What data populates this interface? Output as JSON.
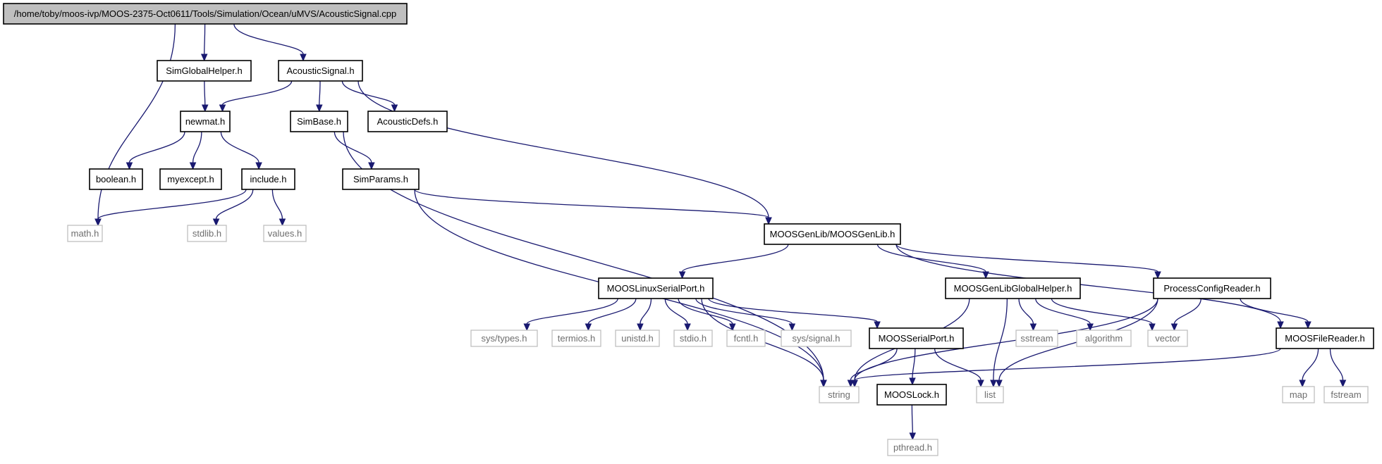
{
  "colors": {
    "edge": "#191970",
    "node_border_dark": "#000000",
    "node_border_light": "#bfbfbf",
    "root_fill": "#bfbfbf",
    "light_text": "#6e6e6e"
  },
  "nodes": [
    {
      "id": "root",
      "label": "/home/toby/moos-ivp/MOOS-2375-Oct0611/Tools/Simulation/Ocean/uMVS/AcousticSignal.cpp",
      "style": "root"
    },
    {
      "id": "math",
      "label": "math.h",
      "style": "light"
    },
    {
      "id": "simglobalhelper",
      "label": "SimGlobalHelper.h",
      "style": "dark"
    },
    {
      "id": "acousticsignal",
      "label": "AcousticSignal.h",
      "style": "dark"
    },
    {
      "id": "newmat",
      "label": "newmat.h",
      "style": "dark"
    },
    {
      "id": "boolean",
      "label": "boolean.h",
      "style": "dark"
    },
    {
      "id": "myexcept",
      "label": "myexcept.h",
      "style": "dark"
    },
    {
      "id": "include",
      "label": "include.h",
      "style": "dark"
    },
    {
      "id": "stdlib",
      "label": "stdlib.h",
      "style": "light"
    },
    {
      "id": "values",
      "label": "values.h",
      "style": "light"
    },
    {
      "id": "simbase",
      "label": "SimBase.h",
      "style": "dark"
    },
    {
      "id": "acousticdefs",
      "label": "AcousticDefs.h",
      "style": "dark"
    },
    {
      "id": "simparams",
      "label": "SimParams.h",
      "style": "dark"
    },
    {
      "id": "moosgenlib",
      "label": "MOOSGenLib/MOOSGenLib.h",
      "style": "dark"
    },
    {
      "id": "mooslinuxserialport",
      "label": "MOOSLinuxSerialPort.h",
      "style": "dark"
    },
    {
      "id": "moosgenlibglobalhelper",
      "label": "MOOSGenLibGlobalHelper.h",
      "style": "dark"
    },
    {
      "id": "processconfigreader",
      "label": "ProcessConfigReader.h",
      "style": "dark"
    },
    {
      "id": "systypes",
      "label": "sys/types.h",
      "style": "light"
    },
    {
      "id": "termios",
      "label": "termios.h",
      "style": "light"
    },
    {
      "id": "unistd",
      "label": "unistd.h",
      "style": "light"
    },
    {
      "id": "stdio",
      "label": "stdio.h",
      "style": "light"
    },
    {
      "id": "fcntl",
      "label": "fcntl.h",
      "style": "light"
    },
    {
      "id": "syssignal",
      "label": "sys/signal.h",
      "style": "light"
    },
    {
      "id": "moosserialport",
      "label": "MOOSSerialPort.h",
      "style": "dark"
    },
    {
      "id": "sstream",
      "label": "sstream",
      "style": "light"
    },
    {
      "id": "algorithm",
      "label": "algorithm",
      "style": "light"
    },
    {
      "id": "vector",
      "label": "vector",
      "style": "light"
    },
    {
      "id": "moosfilereader",
      "label": "MOOSFileReader.h",
      "style": "dark"
    },
    {
      "id": "string",
      "label": "string",
      "style": "light"
    },
    {
      "id": "mooslock",
      "label": "MOOSLock.h",
      "style": "dark"
    },
    {
      "id": "list",
      "label": "list",
      "style": "light"
    },
    {
      "id": "map",
      "label": "map",
      "style": "light"
    },
    {
      "id": "fstream",
      "label": "fstream",
      "style": "light"
    },
    {
      "id": "pthread",
      "label": "pthread.h",
      "style": "light"
    }
  ],
  "edges": [
    [
      "root",
      "math"
    ],
    [
      "root",
      "simglobalhelper"
    ],
    [
      "root",
      "acousticsignal"
    ],
    [
      "simglobalhelper",
      "newmat"
    ],
    [
      "acousticsignal",
      "newmat"
    ],
    [
      "acousticsignal",
      "simbase"
    ],
    [
      "acousticsignal",
      "acousticdefs"
    ],
    [
      "acousticsignal",
      "moosgenlib"
    ],
    [
      "newmat",
      "boolean"
    ],
    [
      "newmat",
      "myexcept"
    ],
    [
      "newmat",
      "include"
    ],
    [
      "include",
      "math"
    ],
    [
      "include",
      "stdlib"
    ],
    [
      "include",
      "values"
    ],
    [
      "simbase",
      "simparams"
    ],
    [
      "simbase",
      "string"
    ],
    [
      "simparams",
      "moosgenlib"
    ],
    [
      "simparams",
      "string"
    ],
    [
      "moosgenlib",
      "mooslinuxserialport"
    ],
    [
      "moosgenlib",
      "moosgenlibglobalhelper"
    ],
    [
      "moosgenlib",
      "processconfigreader"
    ],
    [
      "moosgenlib",
      "moosfilereader"
    ],
    [
      "mooslinuxserialport",
      "systypes"
    ],
    [
      "mooslinuxserialport",
      "termios"
    ],
    [
      "mooslinuxserialport",
      "unistd"
    ],
    [
      "mooslinuxserialport",
      "stdio"
    ],
    [
      "mooslinuxserialport",
      "fcntl"
    ],
    [
      "mooslinuxserialport",
      "syssignal"
    ],
    [
      "mooslinuxserialport",
      "moosserialport"
    ],
    [
      "mooslinuxserialport",
      "string"
    ],
    [
      "moosgenlibglobalhelper",
      "string"
    ],
    [
      "moosgenlibglobalhelper",
      "list"
    ],
    [
      "moosgenlibglobalhelper",
      "sstream"
    ],
    [
      "moosgenlibglobalhelper",
      "algorithm"
    ],
    [
      "moosgenlibglobalhelper",
      "vector"
    ],
    [
      "processconfigreader",
      "vector"
    ],
    [
      "processconfigreader",
      "moosfilereader"
    ],
    [
      "processconfigreader",
      "string"
    ],
    [
      "processconfigreader",
      "list"
    ],
    [
      "moosserialport",
      "string"
    ],
    [
      "moosserialport",
      "mooslock"
    ],
    [
      "moosserialport",
      "list"
    ],
    [
      "moosfilereader",
      "string"
    ],
    [
      "moosfilereader",
      "map"
    ],
    [
      "moosfilereader",
      "fstream"
    ],
    [
      "mooslock",
      "pthread"
    ]
  ]
}
